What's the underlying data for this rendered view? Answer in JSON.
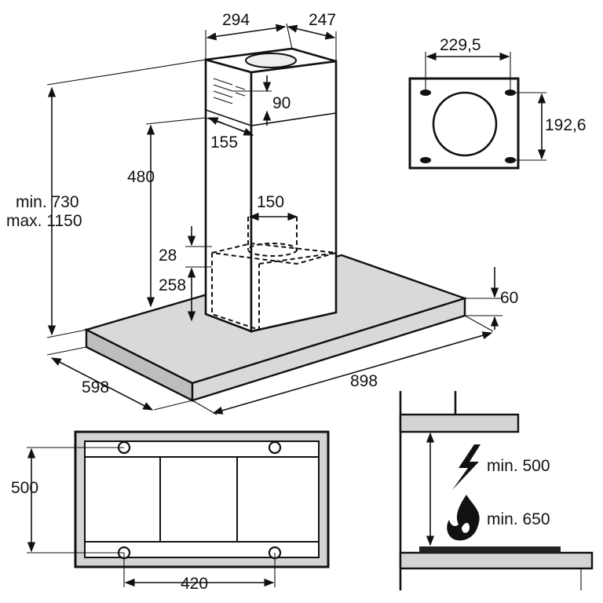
{
  "diagram": {
    "top_view_dims": {
      "width_front": "294",
      "width_side": "247",
      "chimney_vent_height": "90",
      "chimney_offset": "155",
      "chimney_lower": "480",
      "duct_diameter": "150",
      "gap_28": "28",
      "box_258": "258",
      "canopy_thickness": "60",
      "depth": "598",
      "width": "898",
      "height_min": "min. 730",
      "height_max": "max. 1150"
    },
    "bracket": {
      "width": "229,5",
      "height": "192,6"
    },
    "bottom_view": {
      "height": "500",
      "width": "420"
    },
    "clearance": {
      "electric": "min. 500",
      "gas": "min. 650"
    }
  }
}
